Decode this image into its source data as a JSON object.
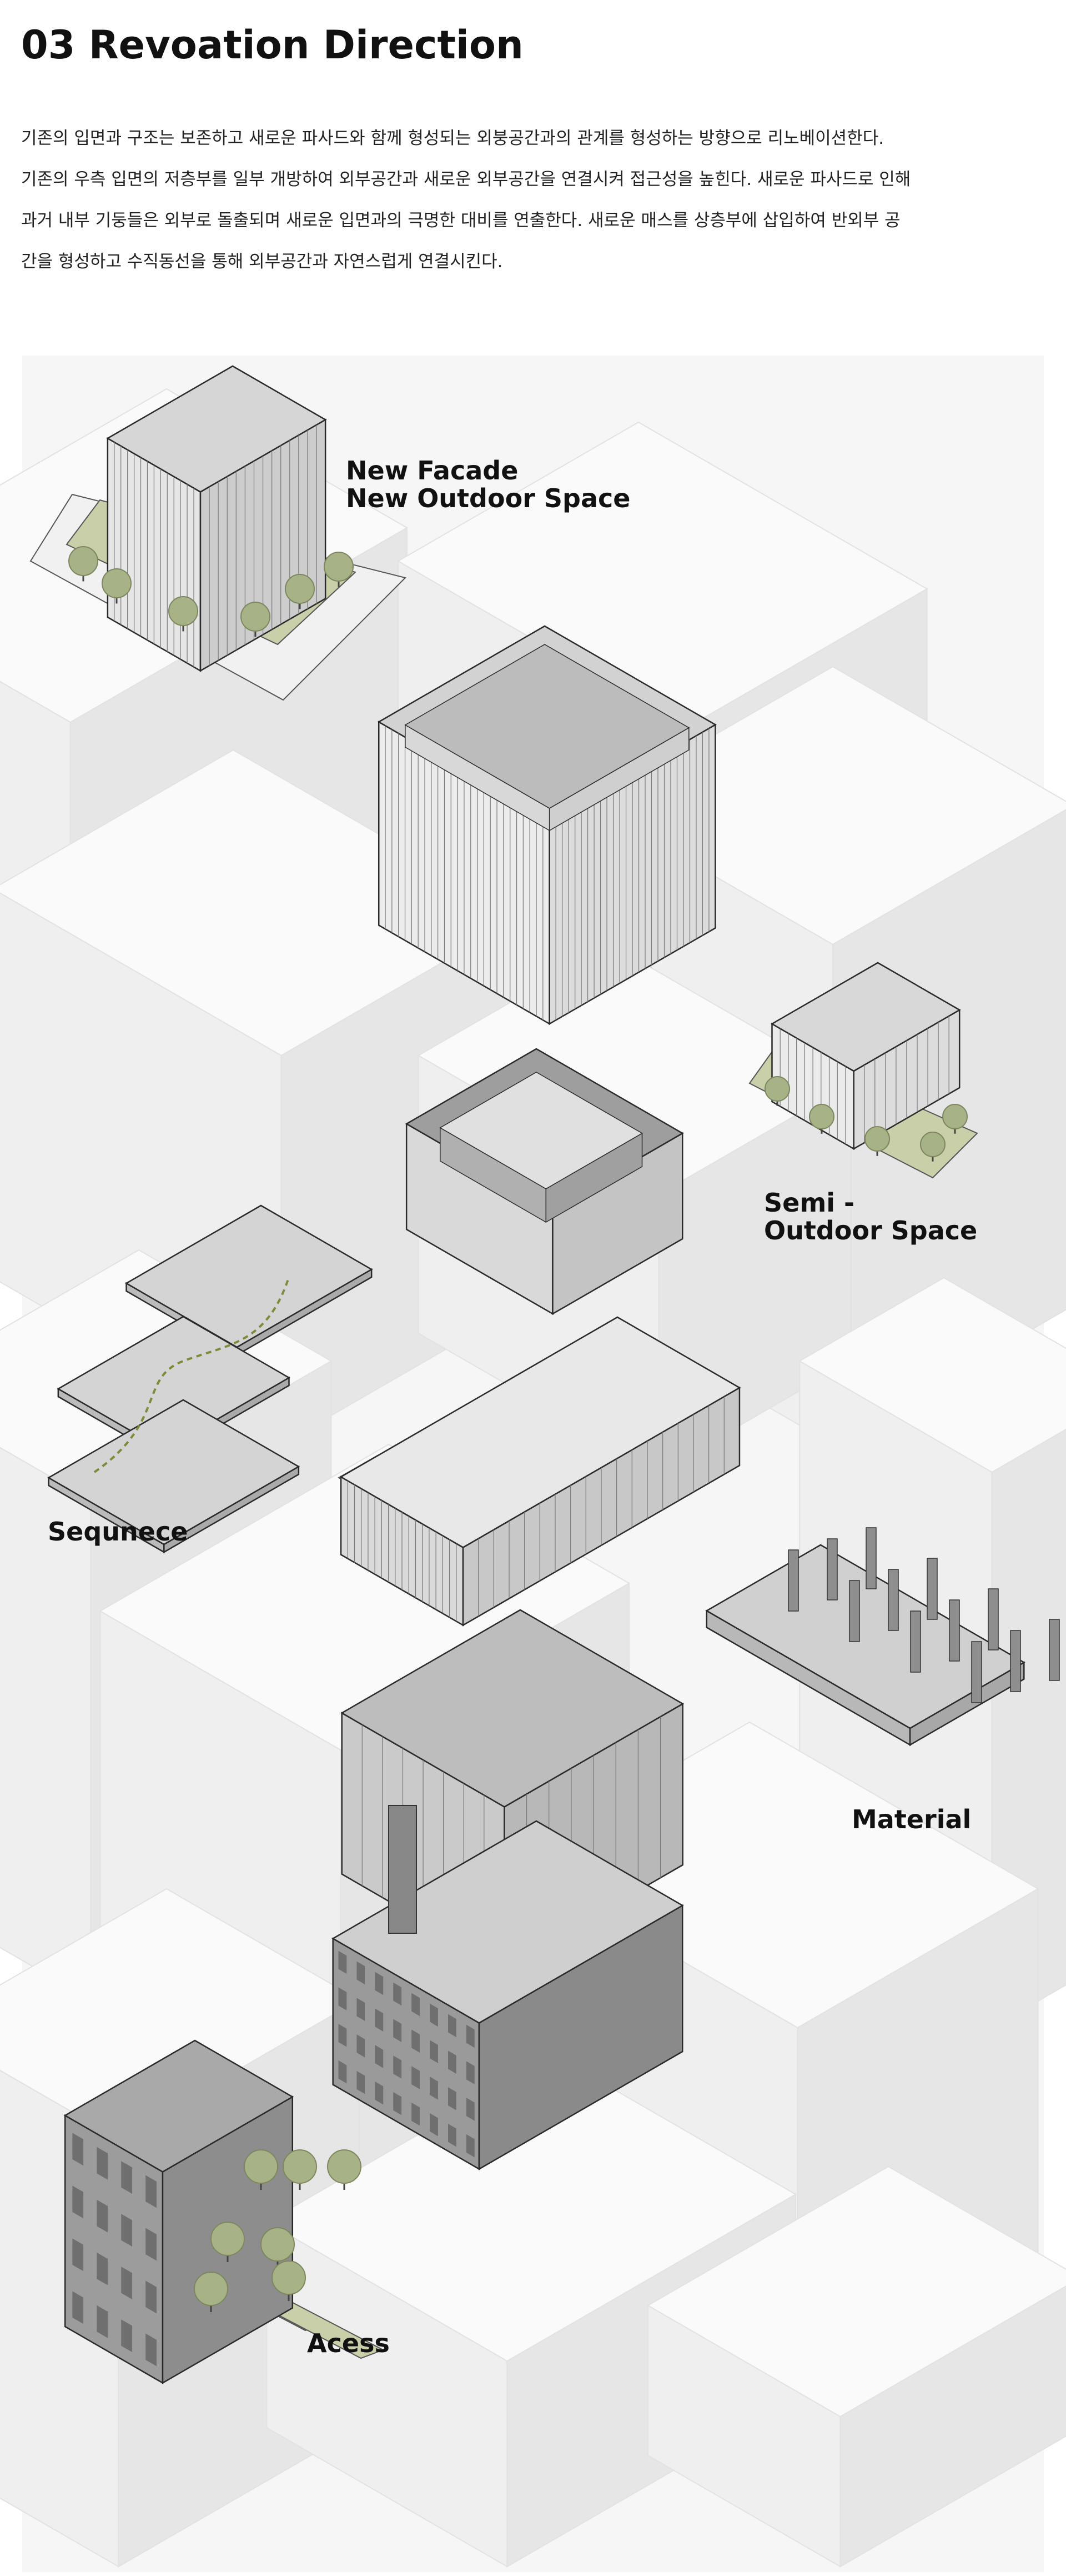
{
  "header": {
    "title": "03 Revoation Direction",
    "description_lines": [
      "기존의 입면과 구조는 보존하고 새로운 파사드와 함께 형성되는 외붕공간과의 관계를 형성하는 방향으로 리노베이션한다.",
      "기존의 우측 입면의 저층부를 일부 개방하여 외부공간과 새로운 외부공간을 연결시켜 접근성을 높힌다. 새로운 파사드로 인해",
      "과거 내부 기둥들은 외부로 돌출되며 새로운 입면과의 극명한 대비를 연출한다.  새로운 매스를 상층부에 삽입하여 반외부 공",
      "간을 형성하고 수직동선을 통해 외부공간과 자연스럽게 연결시킨다."
    ]
  },
  "labels": {
    "new_facade": "New Facade",
    "new_outdoor": "New Outdoor Space",
    "semi": "Semi -",
    "semi_outdoor": "Outdoor Space",
    "sequence": "Sequnece",
    "material": "Material",
    "access": "Acess"
  },
  "colors": {
    "tree": "#a7b287",
    "ground_green": "#c9cfa8",
    "line": "#2a2a2a",
    "background_mass": "#eeeeee"
  }
}
